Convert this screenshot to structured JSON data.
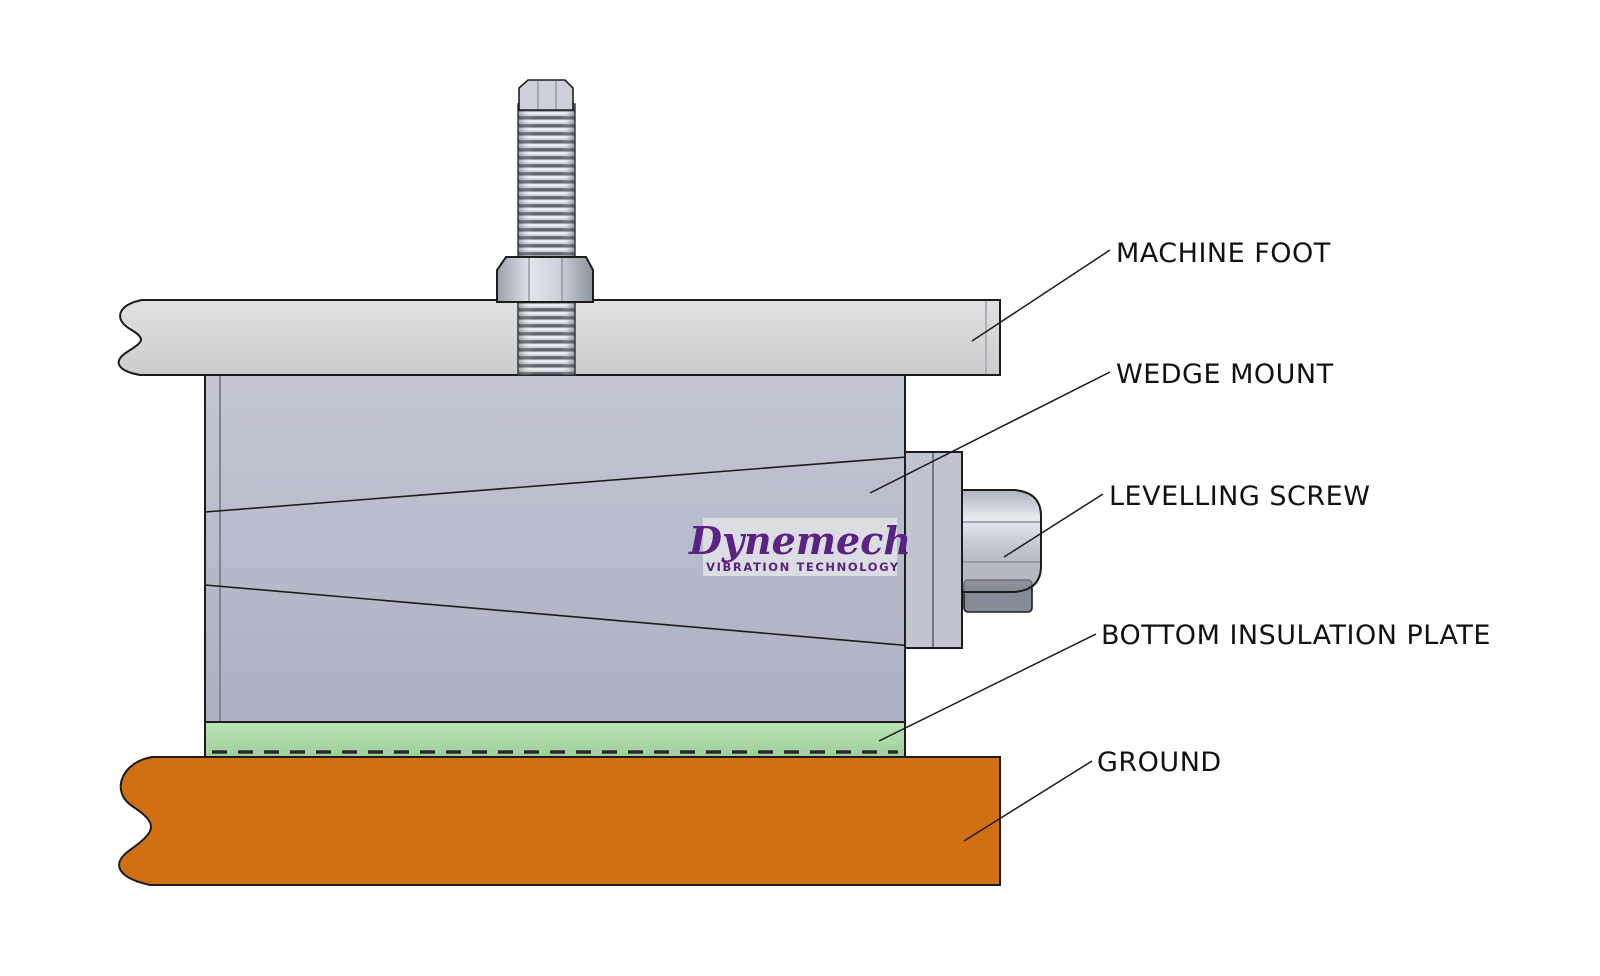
{
  "page": {
    "background": "#ffffff",
    "description": "Technical cutaway diagram of a Dynemech wedge mount vibration isolator"
  },
  "diagram": {
    "labels": {
      "machine_foot": "MACHINE FOOT",
      "wedge_mount": "WEDGE MOUNT",
      "levelling_screw": "LEVELLING SCREW",
      "bottom_insulation_plate": "BOTTOM INSULATION PLATE",
      "ground": "GROUND"
    },
    "logo": {
      "brand": "Dynemech",
      "tagline": "VIBRATION TECHNOLOGY",
      "color": "#5a2383"
    },
    "colors": {
      "machine_foot": "#d6d7d9",
      "wedge_mount": "#b8bfcd",
      "insulation_plate": "#abdaa6",
      "ground": "#d16f12",
      "metal_light": "#e8eaee",
      "metal_dark": "#6e737c",
      "outline": "#1c1c1c"
    }
  }
}
